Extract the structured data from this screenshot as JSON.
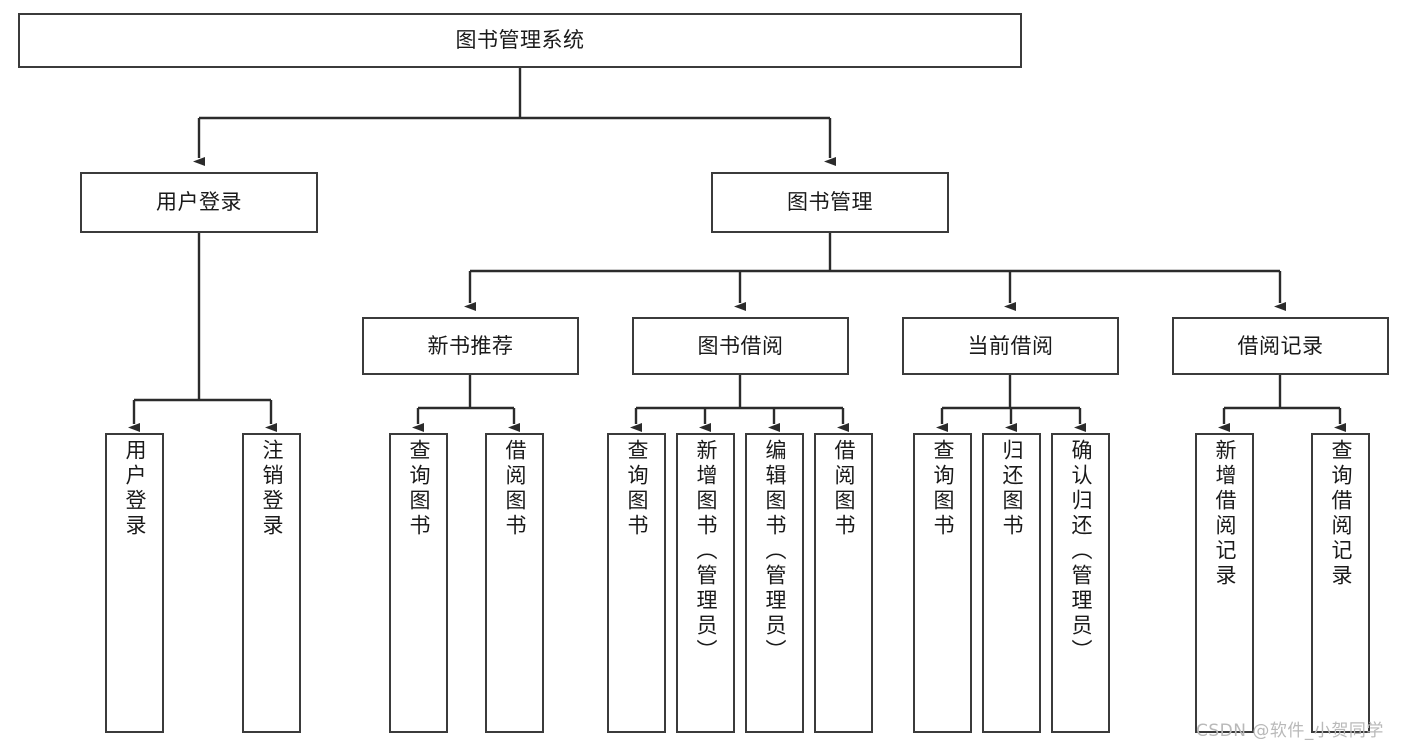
{
  "diagram": {
    "title": "图书管理系统",
    "type": "tree",
    "orientation": "top-down",
    "colors": {
      "node_border": "#3b3b3b",
      "node_fill": "#ffffff",
      "edge": "#2b2b2b",
      "text": "#1a1a1a",
      "watermark": "#b9b9b9",
      "background": "#ffffff"
    },
    "root": {
      "label": "图书管理系统"
    },
    "level2": [
      {
        "label": "用户登录"
      },
      {
        "label": "图书管理"
      }
    ],
    "level3": [
      {
        "label": "新书推荐"
      },
      {
        "label": "图书借阅"
      },
      {
        "label": "当前借阅"
      },
      {
        "label": "借阅记录"
      }
    ],
    "leaves": {
      "user_login": [
        {
          "label": "用户登录"
        },
        {
          "label": "注销登录"
        }
      ],
      "new_book_recommend": [
        {
          "label": "查询图书"
        },
        {
          "label": "借阅图书"
        }
      ],
      "book_borrow": [
        {
          "label": "查询图书"
        },
        {
          "label": "新增图书（管理员）"
        },
        {
          "label": "编辑图书（管理员）"
        },
        {
          "label": "借阅图书"
        }
      ],
      "current_borrow": [
        {
          "label": "查询图书"
        },
        {
          "label": "归还图书"
        },
        {
          "label": "确认归还（管理员）"
        }
      ],
      "borrow_record": [
        {
          "label": "新增借阅记录"
        },
        {
          "label": "查询借阅记录"
        }
      ]
    }
  },
  "watermark": {
    "text": "CSDN @软件_小贺同学"
  }
}
